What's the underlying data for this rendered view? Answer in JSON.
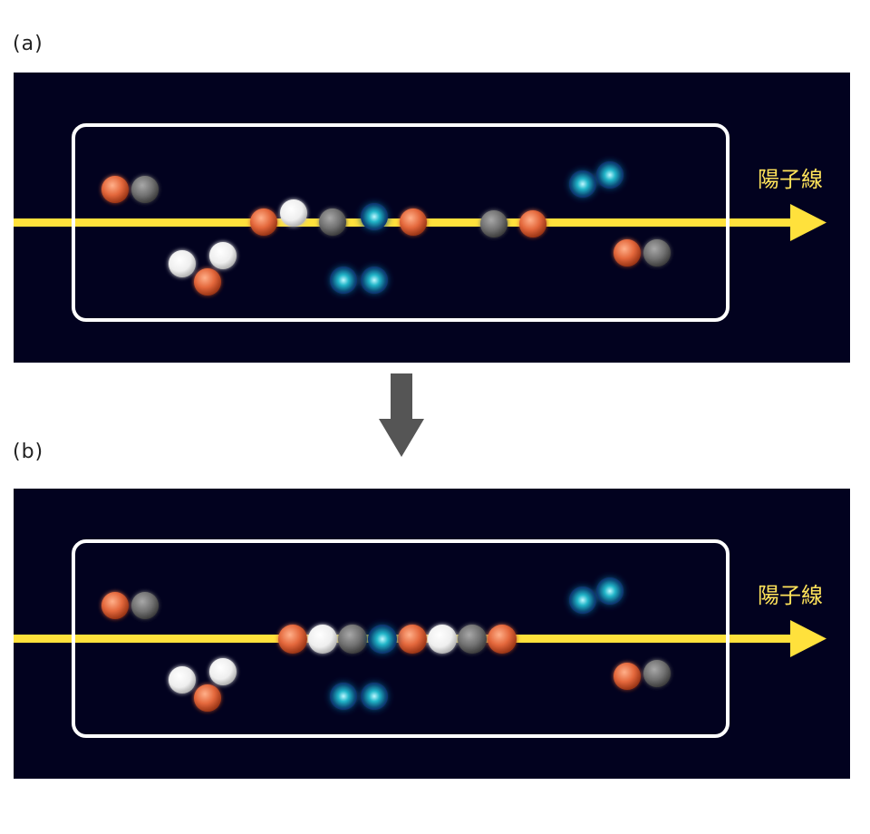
{
  "panel_a": {
    "label": "(a)",
    "beam_label": "陽子線"
  },
  "panel_b": {
    "label": "(b)",
    "beam_label": "陽子線"
  },
  "colors": {
    "background": "#02021f",
    "beam": "#ffe13c",
    "frame": "#ffffff",
    "arrow_between_panels": "#555555",
    "orange_particle": "#e06a40",
    "gray_particle": "#777777",
    "white_particle": "#f4f4f4",
    "teal_particle": "#1aa3b8"
  }
}
